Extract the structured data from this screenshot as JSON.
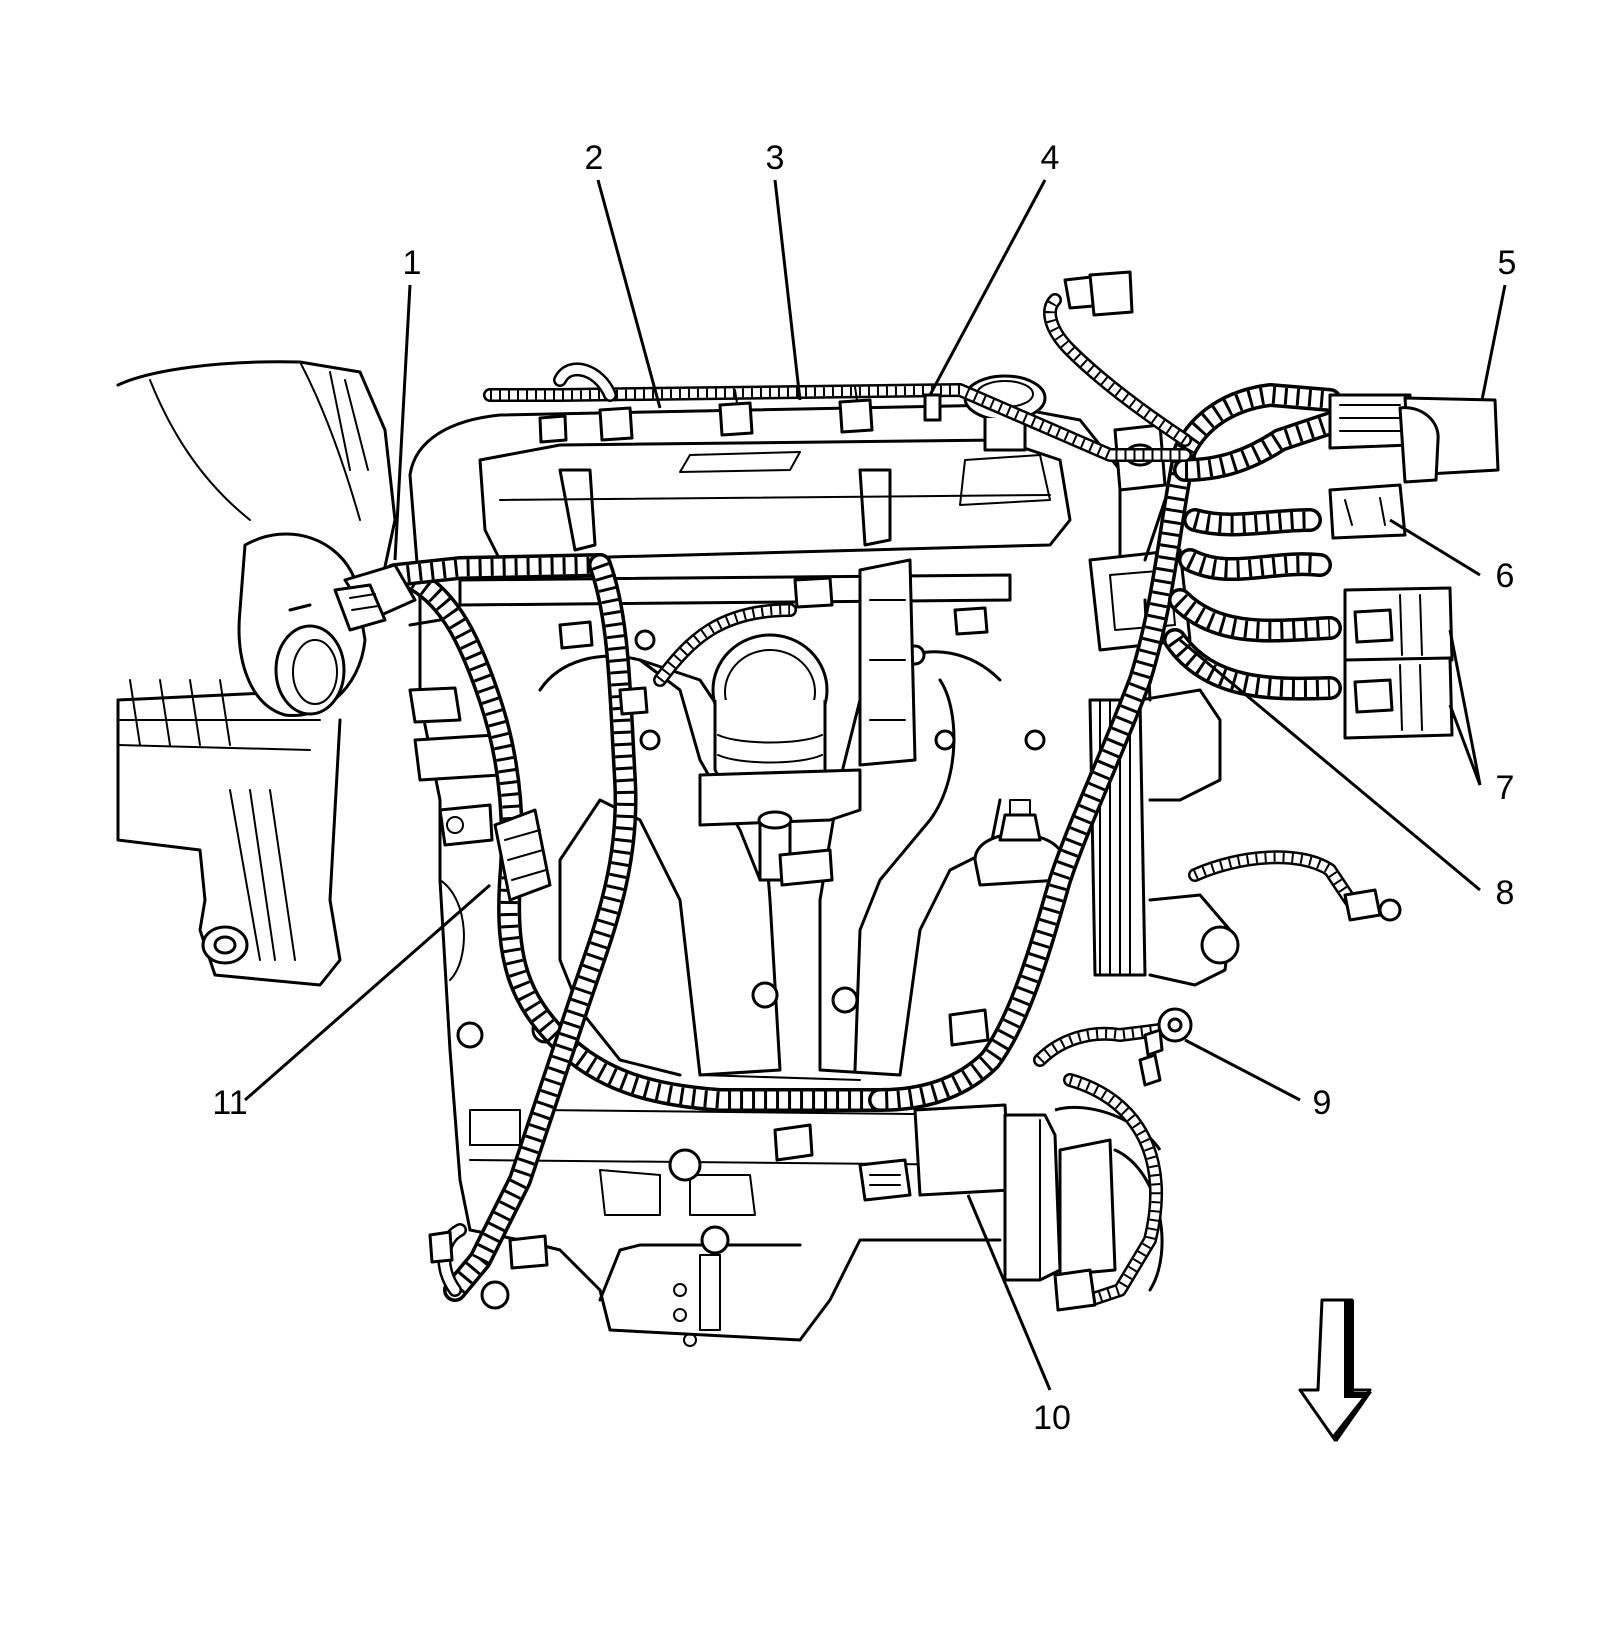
{
  "callouts": [
    {
      "id": "1",
      "text": "1"
    },
    {
      "id": "2",
      "text": "2"
    },
    {
      "id": "3",
      "text": "3"
    },
    {
      "id": "4",
      "text": "4"
    },
    {
      "id": "5",
      "text": "5"
    },
    {
      "id": "6",
      "text": "6"
    },
    {
      "id": "7",
      "text": "7"
    },
    {
      "id": "8",
      "text": "8"
    },
    {
      "id": "9",
      "text": "9"
    },
    {
      "id": "10",
      "text": "10"
    },
    {
      "id": "11",
      "text": "11"
    }
  ],
  "icons": {
    "direction_arrow": "down-arrow-icon"
  }
}
